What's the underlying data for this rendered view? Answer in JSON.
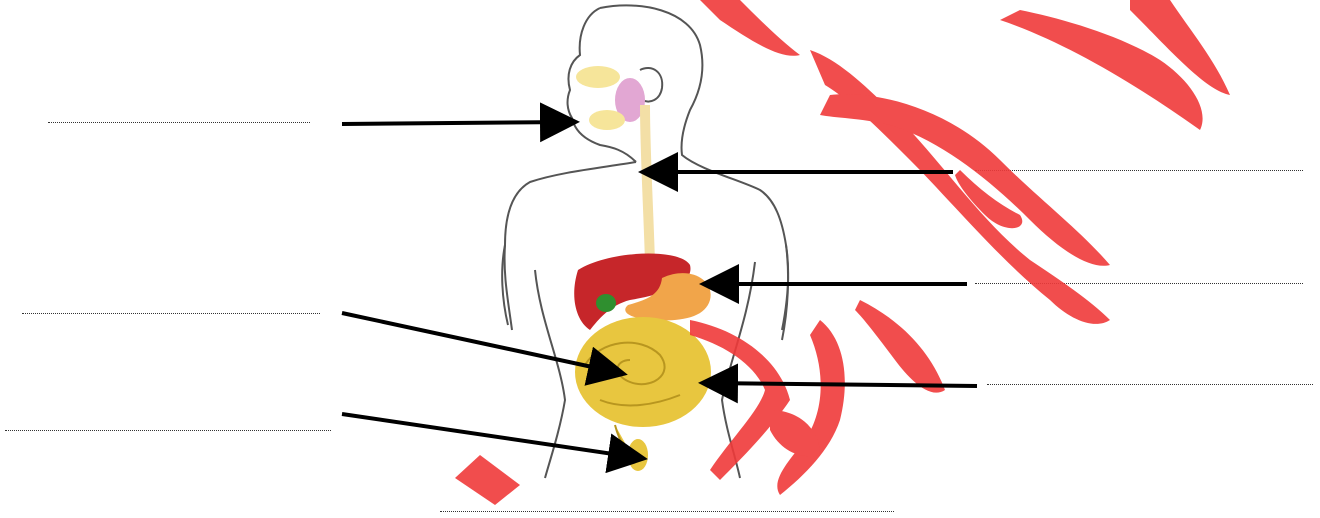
{
  "worksheet": {
    "title": "",
    "blanks": [
      {
        "id": "mouth",
        "text": ""
      },
      {
        "id": "esophagus",
        "text": ""
      },
      {
        "id": "stomach",
        "text": ""
      },
      {
        "id": "small-intestine",
        "text": ""
      },
      {
        "id": "large-intestine",
        "text": ""
      },
      {
        "id": "rectum",
        "text": ""
      },
      {
        "id": "bottom",
        "text": ""
      }
    ]
  },
  "colors": {
    "watermark": "#f03a3a",
    "arrow": "#000000",
    "skin_outline": "#555555",
    "liver": "#c6262a",
    "stomach": "#f1a54a",
    "intestine": "#e8c63f",
    "esophagus": "#f3dfa6",
    "gallbladder": "#2f8f2f",
    "salivary": "#e2a7d3",
    "teeth": "#f6e59a"
  }
}
